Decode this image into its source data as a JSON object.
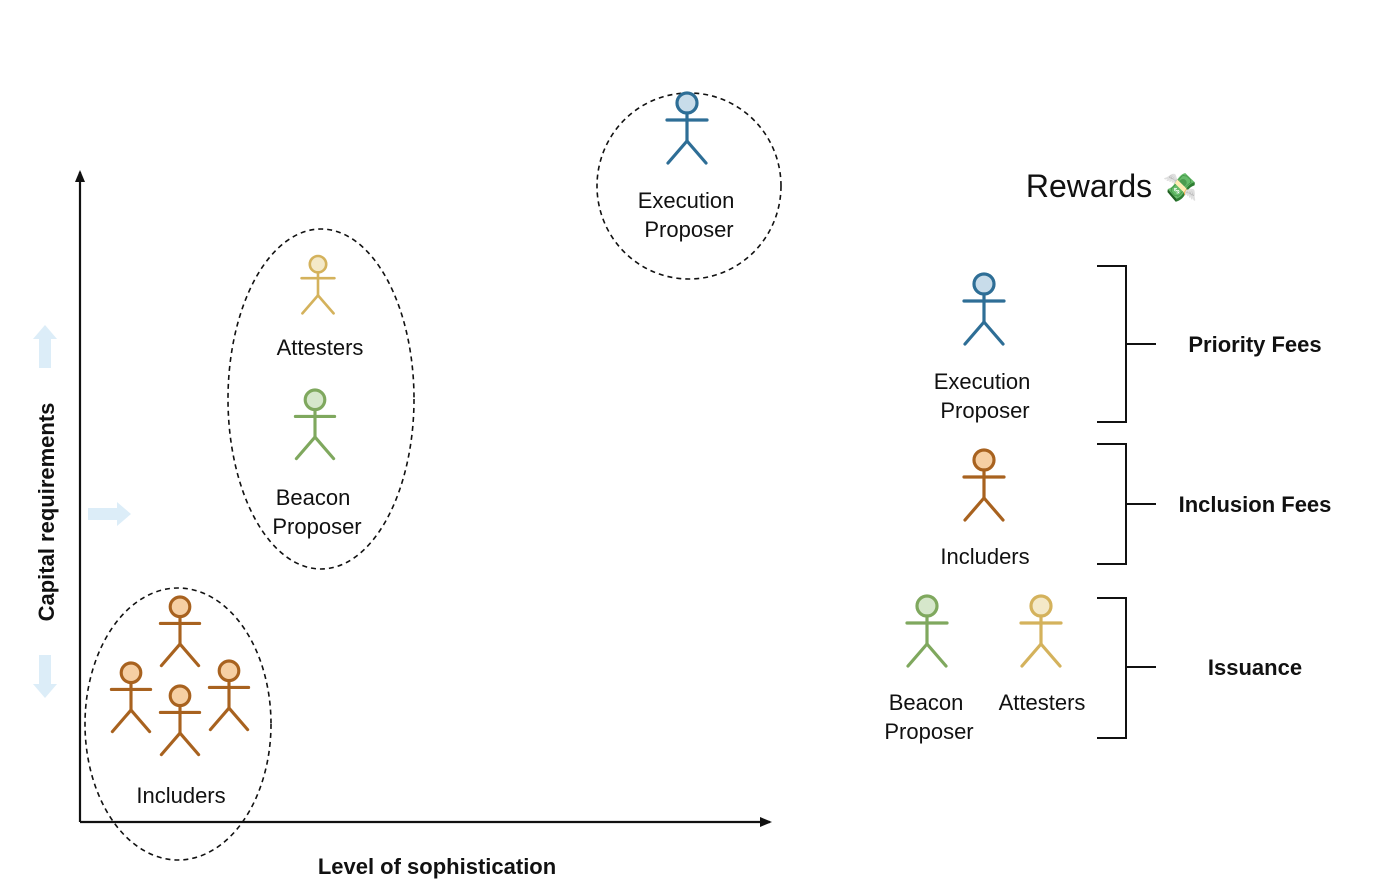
{
  "axes": {
    "x_label": "Level of sophistication",
    "y_label": "Capital requirements"
  },
  "groups": {
    "execution": {
      "label_line1": "Execution",
      "label_line2": "Proposer",
      "color": "#2e6e96",
      "fill": "#c8dcea"
    },
    "attesters": {
      "label": "Attesters",
      "color": "#d4b25c",
      "fill": "#f4e9c8"
    },
    "beacon": {
      "label_line1": "Beacon",
      "label_line2": "Proposer",
      "color": "#7fa85e",
      "fill": "#d6e7cb"
    },
    "includers": {
      "label": "Includers",
      "color": "#a8621f",
      "fill": "#f6cfa3"
    }
  },
  "rewards": {
    "title": "Rewards",
    "icon": "money-with-wings-icon",
    "icon_glyph": "💸",
    "rows": [
      {
        "name": "Priority Fees",
        "actors": [
          "Execution Proposer"
        ]
      },
      {
        "name": "Inclusion Fees",
        "actors": [
          "Includers"
        ]
      },
      {
        "name": "Issuance",
        "actors": [
          "Beacon Proposer",
          "Attesters"
        ]
      }
    ]
  }
}
